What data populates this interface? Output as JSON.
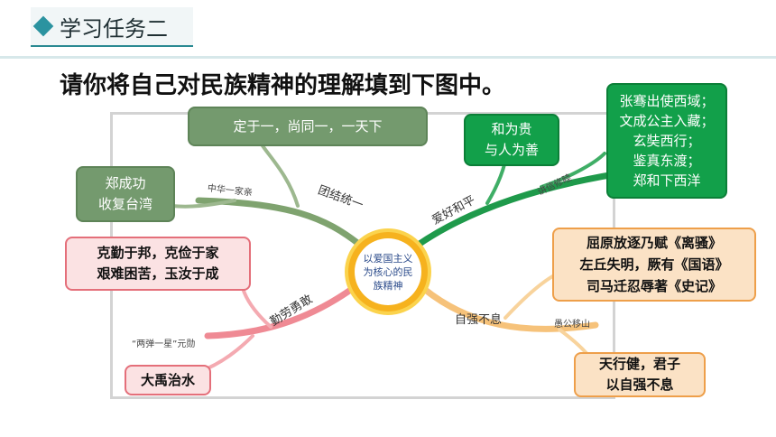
{
  "header": {
    "title": "学习任务二",
    "icon": "diamond-icon",
    "accent": "#2b93a0"
  },
  "instruction": "请你将自己对民族精神的理解填到下图中。",
  "center": {
    "label": "以爱国主义为核心的民族精神"
  },
  "branches": {
    "unity": "团结统一",
    "peace": "爱好和平",
    "diligence": "勤劳勇敢",
    "self_strength": "自强不息"
  },
  "annotations": {
    "unity": "中华一家亲",
    "peace": "讲信修睦",
    "diligence": "“两弹一星”元勋",
    "self_strength": "愚公移山"
  },
  "callouts": {
    "unity_top": "定于一，尚同一，一天下",
    "unity_left": [
      "郑成功",
      "收复台湾"
    ],
    "peace_left": [
      "和为贵",
      "与人为善"
    ],
    "peace_right": [
      "张骞出使西域；",
      "文成公主入藏；",
      "玄奘西行；",
      "鉴真东渡；",
      "郑和下西洋"
    ],
    "diligence_top": [
      "克勤于邦，克俭于家",
      "艰难困苦，玉汝于成"
    ],
    "diligence_bottom": "大禹治水",
    "strength_top": [
      "屈原放逐乃赋《离骚》",
      "左丘失明，厥有《国语》",
      "司马迁忍辱著《史记》"
    ],
    "strength_bottom": [
      "天行健，君子",
      "以自强不息"
    ]
  },
  "colors": {
    "unity": "#7fa36f",
    "peace": "#1f9a4b",
    "diligence": "#ef8a94",
    "self_strength": "#f6c27a"
  }
}
